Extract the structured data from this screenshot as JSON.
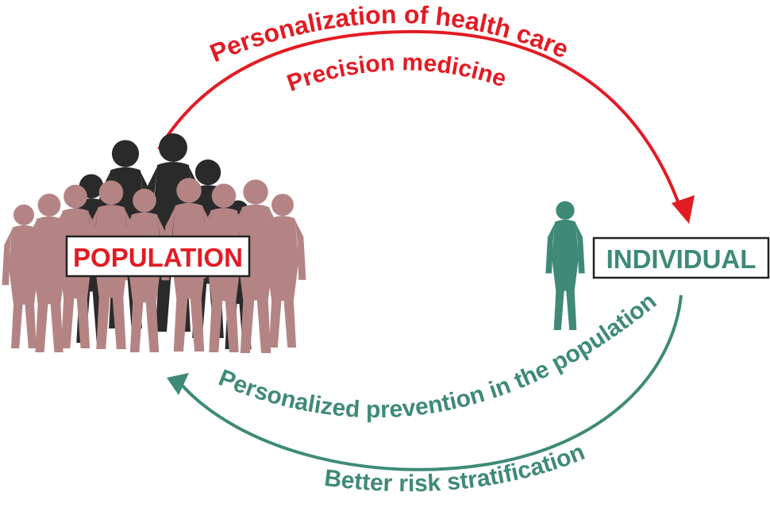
{
  "top_arc": {
    "line1": "Personalization of health care",
    "line2": "Precision medicine",
    "color": "#e31b23"
  },
  "bottom_arc": {
    "line1": "Personalized prevention in the population",
    "line2": "Better risk stratification",
    "color": "#3e8a77"
  },
  "population": {
    "label": "POPULATION",
    "label_color": "#e31b23",
    "front_figure_color": "#b48485",
    "back_figure_color": "#2a2a2a"
  },
  "individual": {
    "label": "INDIVIDUAL",
    "label_color": "#3e8a77",
    "figure_color": "#3e8a77"
  }
}
